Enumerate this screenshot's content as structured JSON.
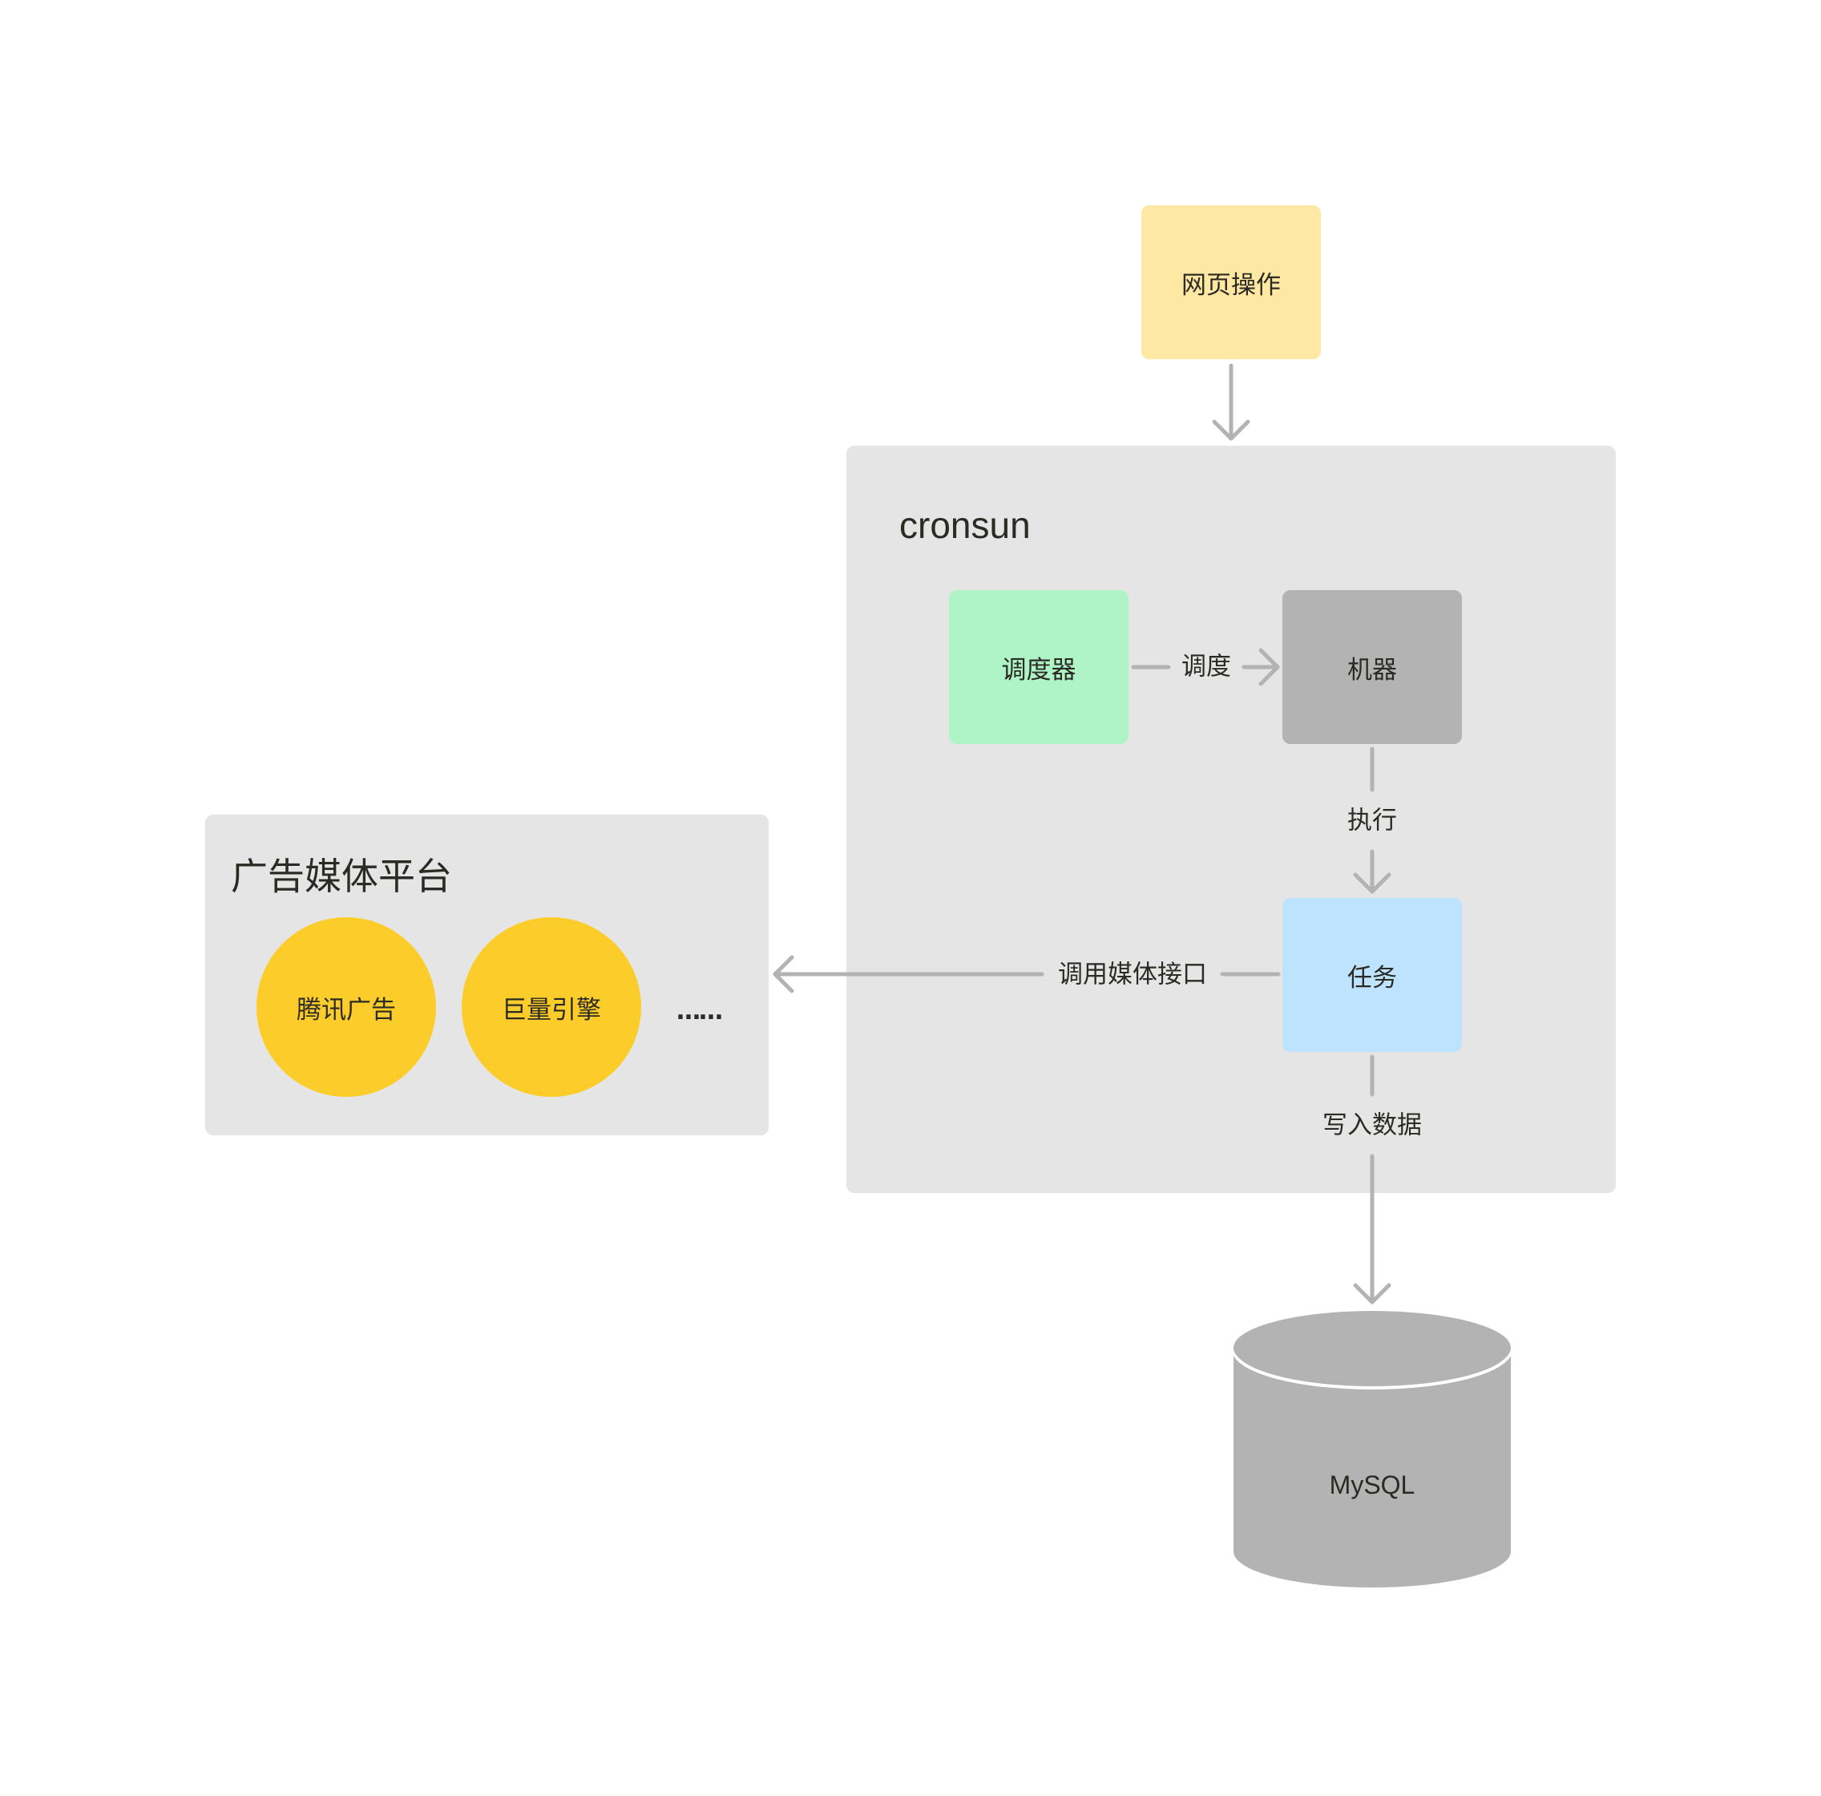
{
  "web_operation": {
    "label": "网页操作",
    "color": "#ffe8a3"
  },
  "cronsun": {
    "title": "cronsun",
    "background": "#e5e5e5",
    "scheduler": {
      "label": "调度器",
      "color": "#aff4c6"
    },
    "machine": {
      "label": "机器",
      "color": "#b3b3b3"
    },
    "task": {
      "label": "任务",
      "color": "#bde3ff"
    }
  },
  "ad_platform": {
    "title": "广告媒体平台",
    "background": "#e5e5e5",
    "platforms": [
      {
        "label": "腾讯广告",
        "color": "#fccd2a"
      },
      {
        "label": "巨量引擎",
        "color": "#fccd2a"
      }
    ],
    "more": "……"
  },
  "database": {
    "label": "MySQL",
    "color": "#b3b3b3"
  },
  "edges": {
    "schedule": "调度",
    "execute": "执行",
    "call_media_api": "调用媒体接口",
    "write_data": "写入数据"
  },
  "arrow_color": "#b3b3b3"
}
